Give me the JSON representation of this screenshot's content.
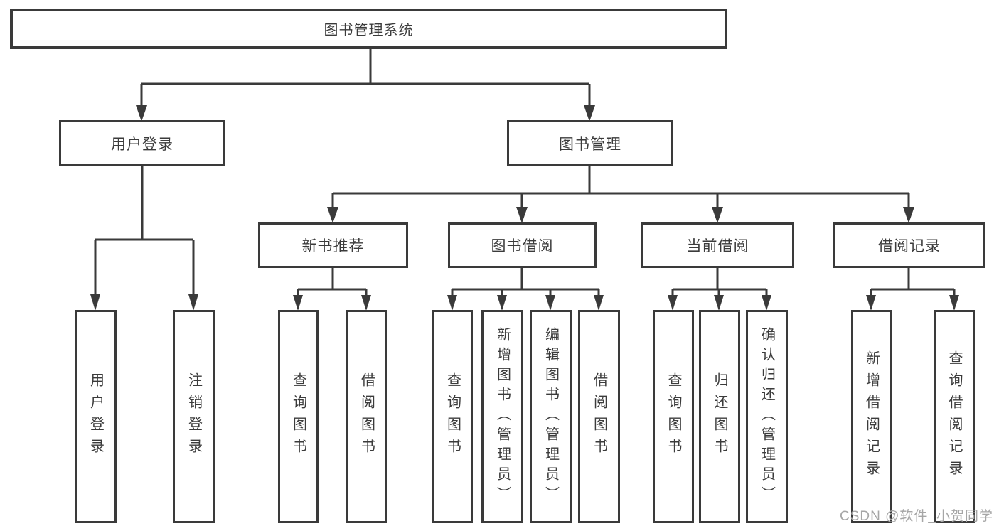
{
  "diagram": {
    "root": "图书管理系统",
    "branches": [
      {
        "label": "用户登录",
        "children": [
          "用户登录",
          "注销登录"
        ]
      },
      {
        "label": "图书管理",
        "children": [
          {
            "label": "新书推荐",
            "children": [
              "查询图书",
              "借阅图书"
            ]
          },
          {
            "label": "图书借阅",
            "children": [
              "查询图书",
              "新增图书（管理员）",
              "编辑图书（管理员）",
              "借阅图书"
            ]
          },
          {
            "label": "当前借阅",
            "children": [
              "查询图书",
              "归还图书",
              "确认归还（管理员）"
            ]
          },
          {
            "label": "借阅记录",
            "children": [
              "新增借阅记录",
              "查询借阅记录"
            ]
          }
        ]
      }
    ]
  },
  "watermark": {
    "text": "CSDN @软件_小贺同学",
    "color": "#a6a6a6"
  },
  "colors": {
    "line": "#3a3a3a",
    "box_border": "#3a3a3a",
    "box_background": "#ffffff",
    "text": "#3b3b3b",
    "background": "#ffffff"
  }
}
